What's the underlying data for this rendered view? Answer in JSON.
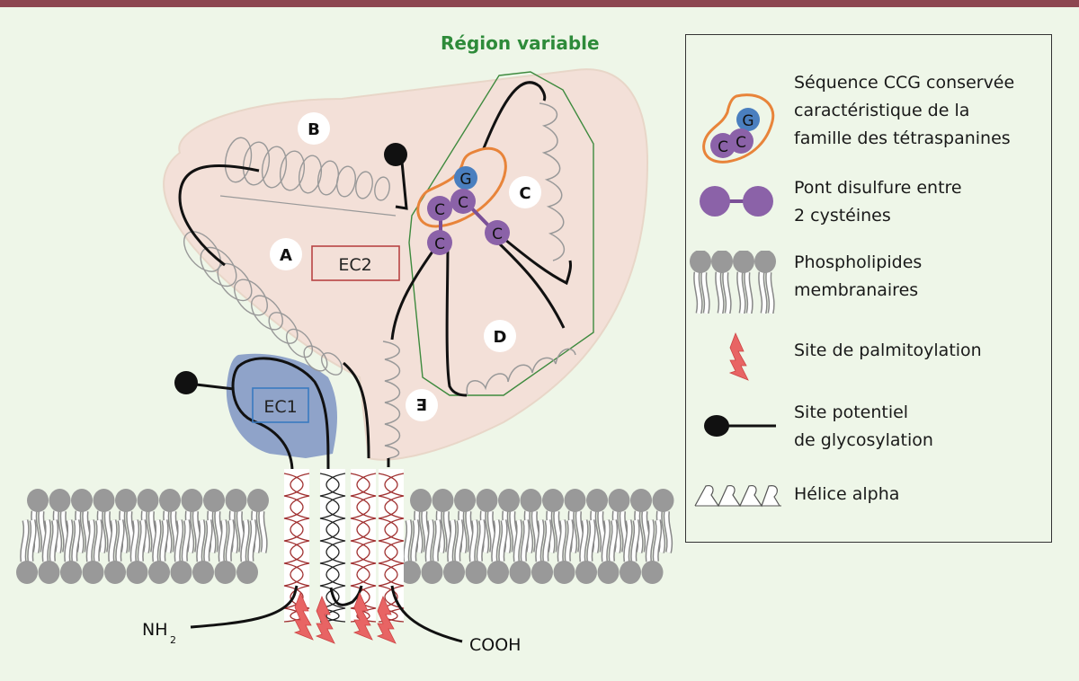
{
  "title": "Région variable",
  "colors": {
    "top_bar": "#8c4650",
    "background": "#eef6e8",
    "ec2_region": "#f3e0d8",
    "ec1_region": "#8fa3c9",
    "variable_region_outline": "#3e8a3e",
    "ccg_outline": "#e8843a",
    "cysteine": "#8b62a8",
    "glycine": "#4a7fbf",
    "palmitoylation": "#e86060",
    "lipid_head": "#9a9a9a",
    "ec2_box": "#b84444",
    "ec1_box": "#3a7ac0"
  },
  "diagram": {
    "domain_labels": [
      "A",
      "B",
      "C",
      "D",
      "E"
    ],
    "ec2_label": "EC2",
    "ec1_label": "EC1",
    "residues": {
      "glycine": "G",
      "cysteine": "C"
    },
    "n_terminus": "NH",
    "n_terminus_sub": "2",
    "c_terminus": "COOH"
  },
  "legend": {
    "items": [
      {
        "icon": "ccg-sequence-icon",
        "text": "Séquence CCG conservée\ncaractéristique de la\nfamille des tétraspanines"
      },
      {
        "icon": "disulfide-bridge-icon",
        "text": "Pont disulfure entre\n2 cystéines"
      },
      {
        "icon": "phospholipids-icon",
        "text": "Phospholipides\nmembranaires"
      },
      {
        "icon": "palmitoylation-icon",
        "text": "Site de palmitoylation"
      },
      {
        "icon": "glycosylation-icon",
        "text": "Site potentiel\nde glycosylation"
      },
      {
        "icon": "alpha-helix-icon",
        "text": "Hélice alpha"
      }
    ],
    "icon_letters": {
      "g": "G",
      "c1": "C",
      "c2": "C"
    }
  }
}
